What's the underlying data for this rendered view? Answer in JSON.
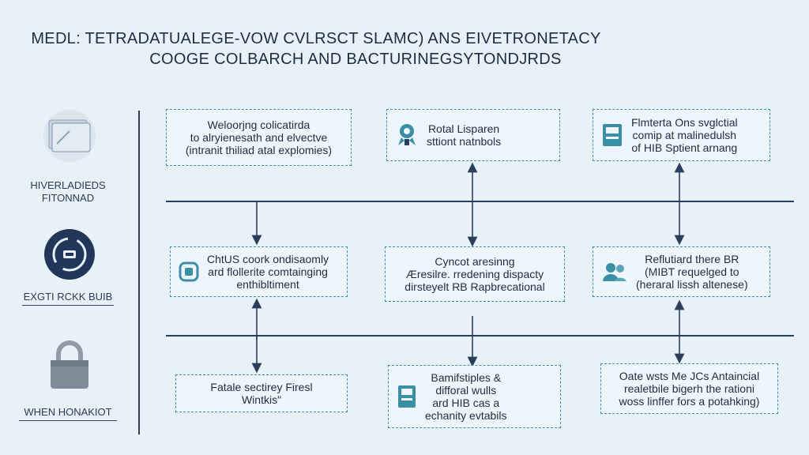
{
  "title": {
    "line1": "MEDL: TETRADATUALEGE-VOW CVLRSCT SLAMC) ANS EIVETRONETACY",
    "line2": "COOGE COLBARCH AND BACTURINEGSYTONDJRDS"
  },
  "sidebar": [
    {
      "label": "HIVERLADIEDS\nFITONNAD",
      "icon": "document-stack-icon"
    },
    {
      "label": "EXGTI RCKK BUIB",
      "icon": "circular-arrows-icon"
    },
    {
      "label": "WHEN HONAKIOT",
      "icon": "padlock-icon"
    }
  ],
  "boxes": {
    "r1c1": "Weloorjng colicatirda\nto alryienesath and elvectve\n(intranit thiliad atal explomies)",
    "r1c2": "Rotal Lisparen\nsttiont natnbols",
    "r1c3": "Flmterta Ons svglctial\ncomip at malinedulsh\nof HIB Sptient arnang",
    "r2c1": "ChtUS coork ondisaomly\nard flollerite comtainging\nenthibltiment",
    "r2c2": "Cyncot aresinng\nÆresilre. rredening dispacty\ndirsteyelt RB Rapbrecational",
    "r2c3": "Reflutiard there BR\n(MIBT requelged to\n(heraral lissh altenese)",
    "r3c1": "Fatale sectirey Firesl\nWintkis\"",
    "r3c2": "Bamifstiples &\ndifforal wulls\nard HIB cas a\nechanity evtabils",
    "r3c3": "Oate wsts Me JCs Antaincial\nrealetbile bigerh the rationi\nwoss linffer fors a potahking)"
  },
  "colors": {
    "accent": "#3a8fa5",
    "line": "#2b3f5c",
    "background": "#e8f1f8"
  }
}
